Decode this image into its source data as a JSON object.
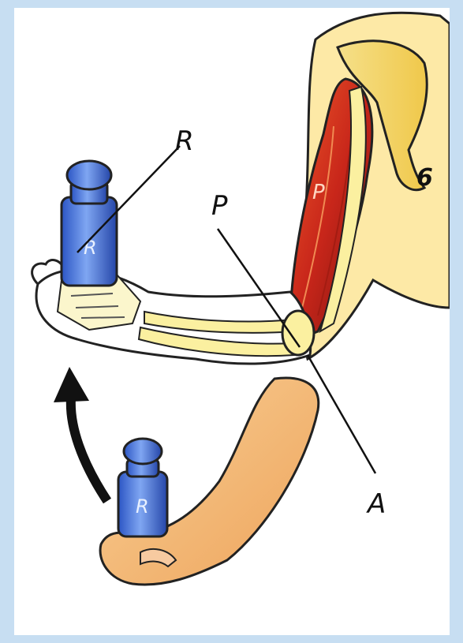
{
  "labels": {
    "load": "R",
    "effort": "P",
    "fulcrum": "A",
    "figure_number": "6",
    "weight_top": "R",
    "weight_bottom": "R",
    "muscle": "P"
  },
  "colors": {
    "frame": "#c7def2",
    "background": "#ffffff",
    "skin": "#f3bd7c",
    "bone": "#fbf0a0",
    "muscle": "#d63a1c",
    "weight": "#3f6fd6",
    "arrow": "#111111"
  },
  "icons": {
    "motion_arrow": "curved-up-arrow-icon"
  }
}
